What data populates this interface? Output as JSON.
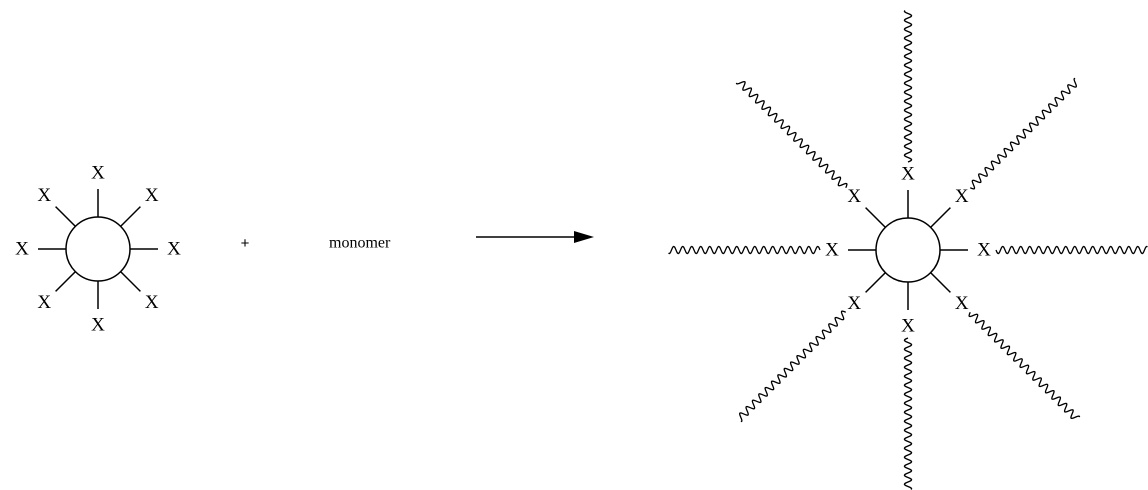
{
  "reactant": {
    "group_label": "X",
    "arm_count": 8
  },
  "plus_sign": "+",
  "monomer_label": "monomer",
  "product": {
    "group_label": "X",
    "arm_count": 8
  },
  "colors": {
    "ink": "#000000",
    "background": "#ffffff"
  }
}
